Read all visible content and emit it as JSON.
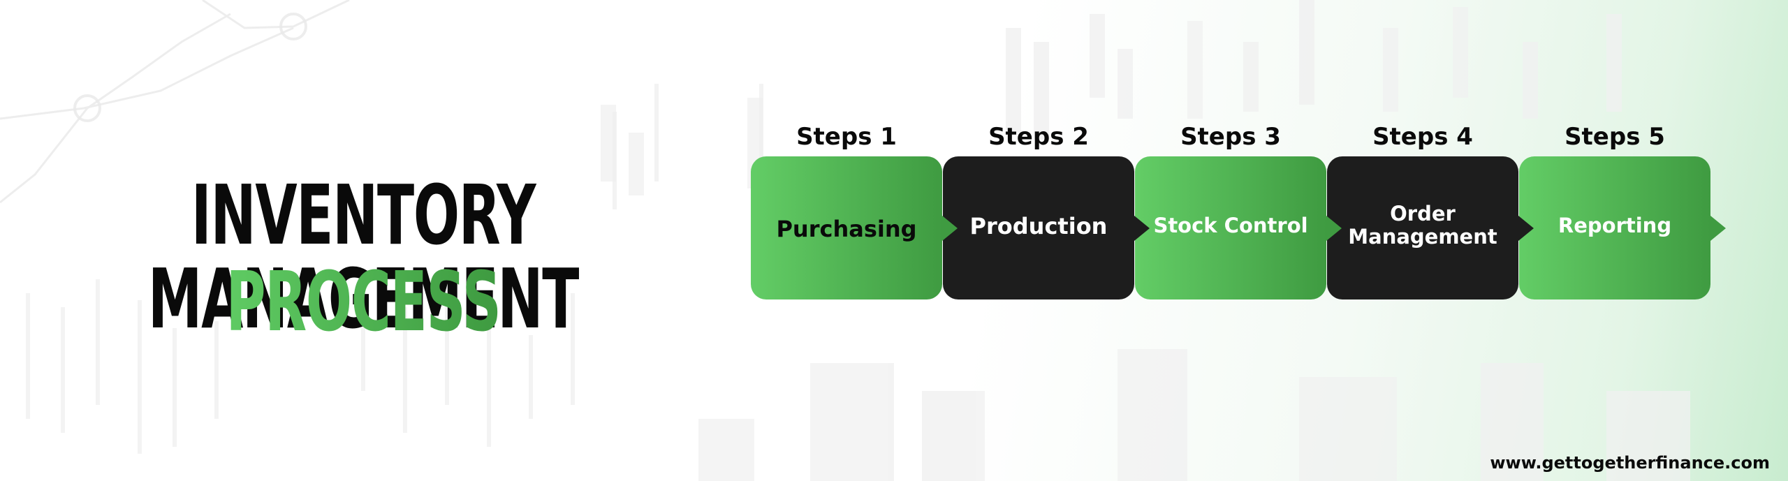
{
  "title": {
    "line1": "INVENTORY MANAGEMENT",
    "line2": "PROCESS"
  },
  "colors": {
    "green_start": "#63cd66",
    "green_end": "#3f9b41",
    "dark": "#1d1d1d",
    "text_dark": "#0a0a0a"
  },
  "steps": [
    {
      "label": "Steps 1",
      "name": "Purchasing",
      "style": "green"
    },
    {
      "label": "Steps 2",
      "name": "Production",
      "style": "black"
    },
    {
      "label": "Steps 3",
      "name": "Stock Control",
      "style": "green"
    },
    {
      "label": "Steps 4",
      "name": "Order\nManagement",
      "style": "black"
    },
    {
      "label": "Steps 5",
      "name": "Reporting",
      "style": "green"
    }
  ],
  "footer": {
    "url": "www.gettogetherfinance.com"
  }
}
